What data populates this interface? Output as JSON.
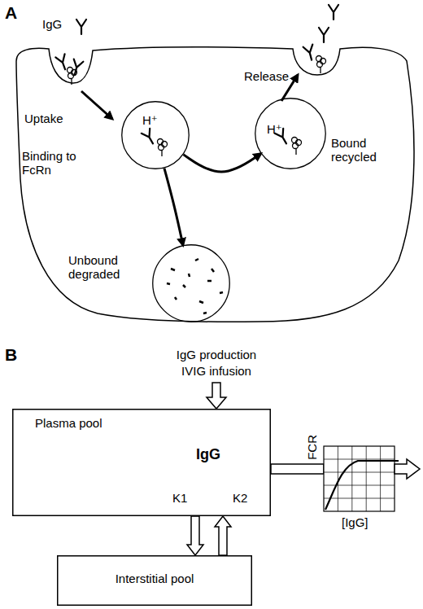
{
  "diagram": {
    "nodes": [
      {
        "text": [
          "H⁺",
          "Binding to FcRn"
        ]
      },
      {
        "text": [
          "Unbound degraded"
        ]
      },
      {
        "text": [
          "H⁺",
          "Bound recycled"
        ]
      },
      {
        "text": [
          "Plasma pool",
          "IgG"
        ]
      },
      {
        "text": [
          "Interstitial pool"
        ]
      }
    ],
    "edges": [
      {
        "from": 0,
        "to": 1,
        "arrow": "to"
      },
      {
        "from": 0,
        "to": 2,
        "arrow": "to"
      },
      {
        "from": 3,
        "to": 4,
        "label": "K1",
        "arrow": "to"
      },
      {
        "from": 4,
        "to": 3,
        "label": "K2",
        "arrow": "to"
      }
    ],
    "labels": [
      "A",
      "IgG",
      "Uptake",
      "Release",
      "B",
      "IgG production",
      "IVIG infusion",
      "FCR",
      "[IgG]"
    ]
  }
}
